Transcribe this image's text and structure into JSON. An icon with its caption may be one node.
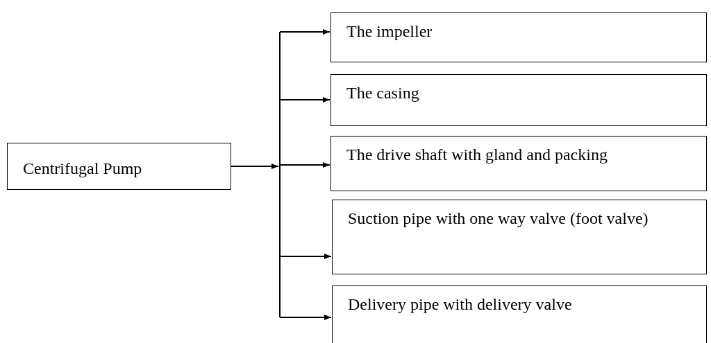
{
  "diagram": {
    "nodes": [
      {
        "text": [
          "Centrifugal Pump"
        ]
      },
      {
        "text": [
          "The impeller"
        ]
      },
      {
        "text": [
          "The casing"
        ]
      },
      {
        "text": [
          "The drive shaft with gland and packing"
        ]
      },
      {
        "text": [
          "Suction pipe with one way valve (foot valve)"
        ]
      },
      {
        "text": [
          "Delivery pipe with delivery valve"
        ]
      }
    ],
    "edges": [
      {
        "from": 0,
        "to": 1,
        "arrow": "to"
      },
      {
        "from": 0,
        "to": 2,
        "arrow": "to"
      },
      {
        "from": 0,
        "to": 3,
        "arrow": "to"
      },
      {
        "from": 0,
        "to": 4,
        "arrow": "to"
      },
      {
        "from": 0,
        "to": 5,
        "arrow": "to"
      }
    ]
  }
}
